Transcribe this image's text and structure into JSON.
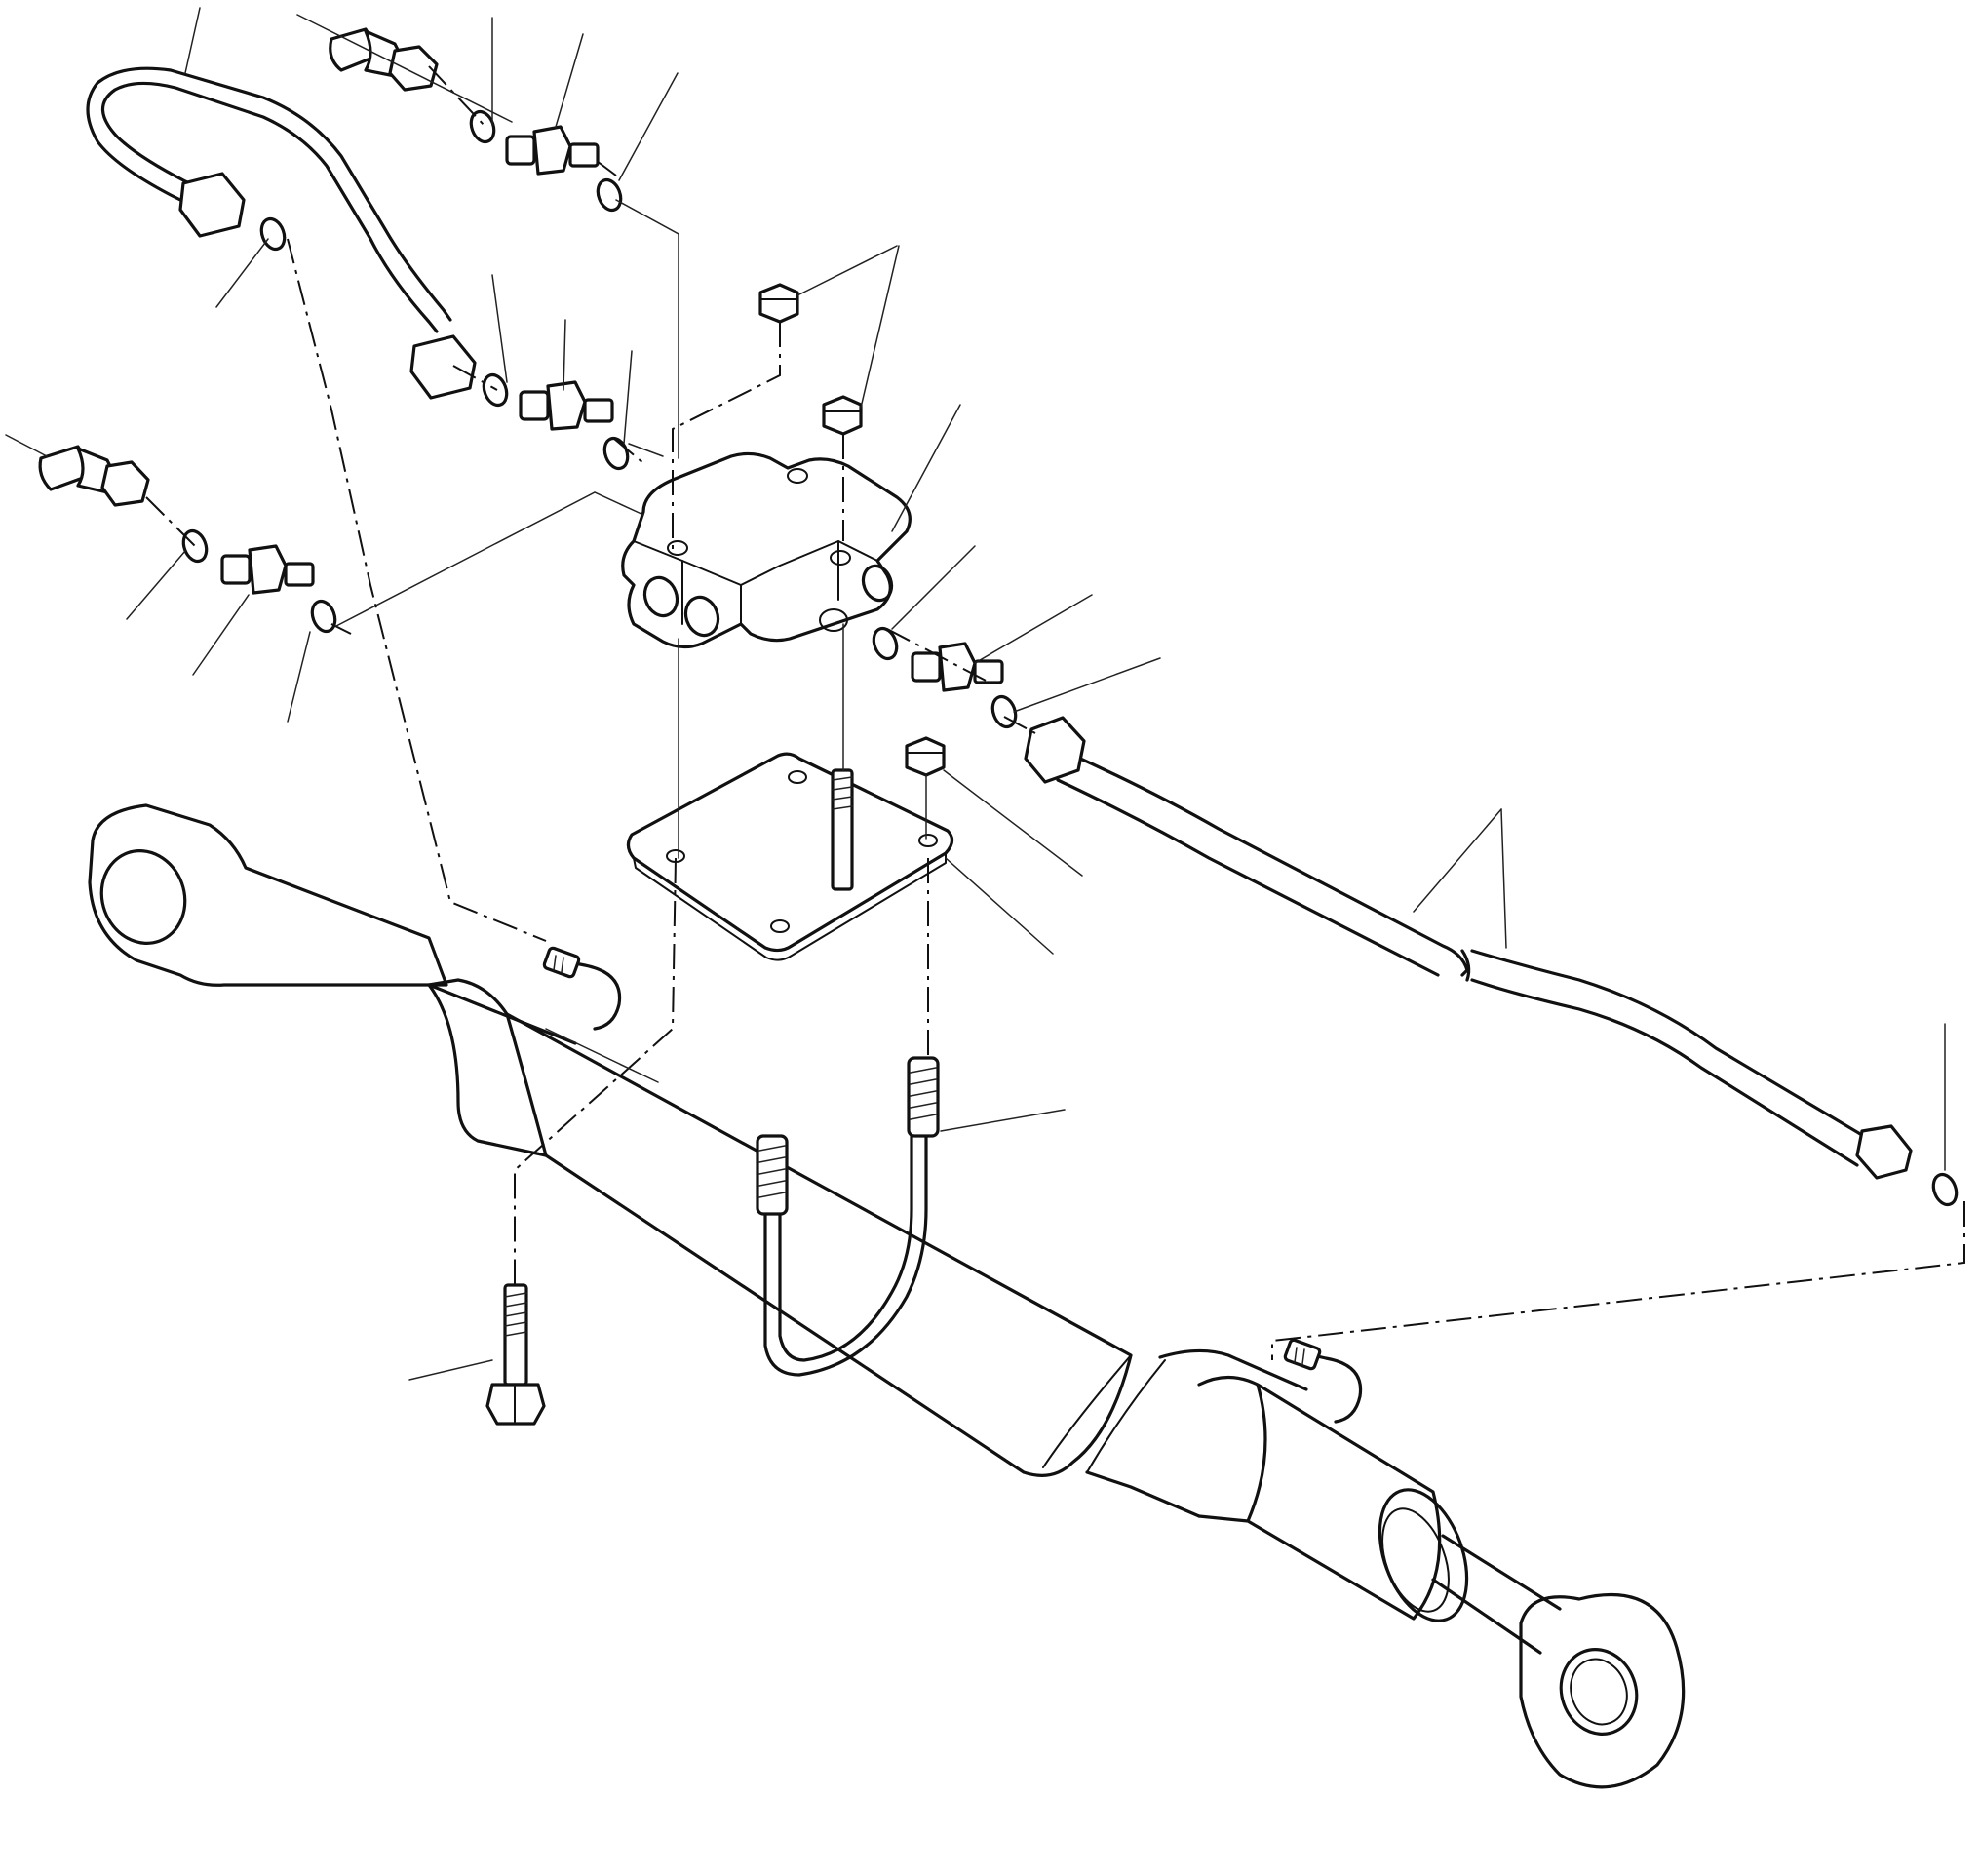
{
  "figure": {
    "kind": "exploded parts diagram",
    "ink_color": "#111111",
    "paper_color": "#ffffff",
    "callout_labels": []
  },
  "parts": [
    "hydraulic-cylinder",
    "bent-tube",
    "straight-tube",
    "manifold-block",
    "mounting-plate",
    "u-bolt",
    "bolt",
    "lock-nut",
    "nut",
    "adapter",
    "o-ring",
    "union-connector"
  ]
}
